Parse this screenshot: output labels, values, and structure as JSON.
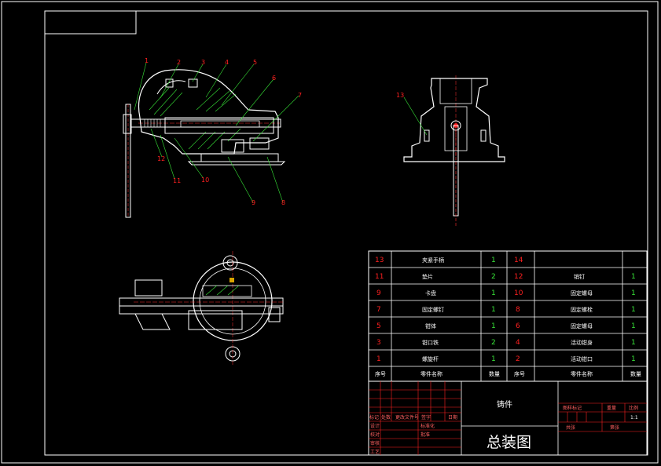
{
  "balloons": [
    "1",
    "2",
    "3",
    "4",
    "5",
    "6",
    "7",
    "8",
    "9",
    "10",
    "11",
    "12",
    "13"
  ],
  "parts_table": {
    "rows": [
      {
        "a_no": "13",
        "a_name": "夹紧手柄",
        "a_qty": "1",
        "b_no": "14",
        "b_name": "",
        "b_qty": ""
      },
      {
        "a_no": "11",
        "a_name": "垫片",
        "a_qty": "2",
        "b_no": "12",
        "b_name": "销钉",
        "b_qty": "1"
      },
      {
        "a_no": "9",
        "a_name": "卡盘",
        "a_qty": "1",
        "b_no": "10",
        "b_name": "固定螺母",
        "b_qty": "1"
      },
      {
        "a_no": "7",
        "a_name": "固定螺钉",
        "a_qty": "1",
        "b_no": "8",
        "b_name": "固定螺栓",
        "b_qty": "1"
      },
      {
        "a_no": "5",
        "a_name": "钳体",
        "a_qty": "1",
        "b_no": "6",
        "b_name": "固定螺母",
        "b_qty": "1"
      },
      {
        "a_no": "3",
        "a_name": "钳口铁",
        "a_qty": "2",
        "b_no": "4",
        "b_name": "活动钳身",
        "b_qty": "1"
      },
      {
        "a_no": "1",
        "a_name": "螺旋杆",
        "a_qty": "1",
        "b_no": "2",
        "b_name": "活动钳口",
        "b_qty": "1"
      }
    ],
    "header": {
      "no": "序号",
      "name": "零件名称",
      "qty": "数量",
      "no2": "序号",
      "name2": "零件名称",
      "qty2": "数量"
    }
  },
  "title_block": {
    "material": "铸件",
    "drawing_title": "总装图",
    "scale_label": "图样标记",
    "weight_label": "重量",
    "ratio_label": "比例",
    "scale_value": "1:1",
    "sheet_label": "共张",
    "sheet_of": "第张",
    "rev_headers": [
      "标记",
      "处数",
      "更改文件号",
      "签字",
      "日期"
    ],
    "sign_rows": [
      "设计",
      "校对",
      "审核",
      "工艺"
    ],
    "sign_cols": [
      "标准化",
      "批准"
    ]
  }
}
